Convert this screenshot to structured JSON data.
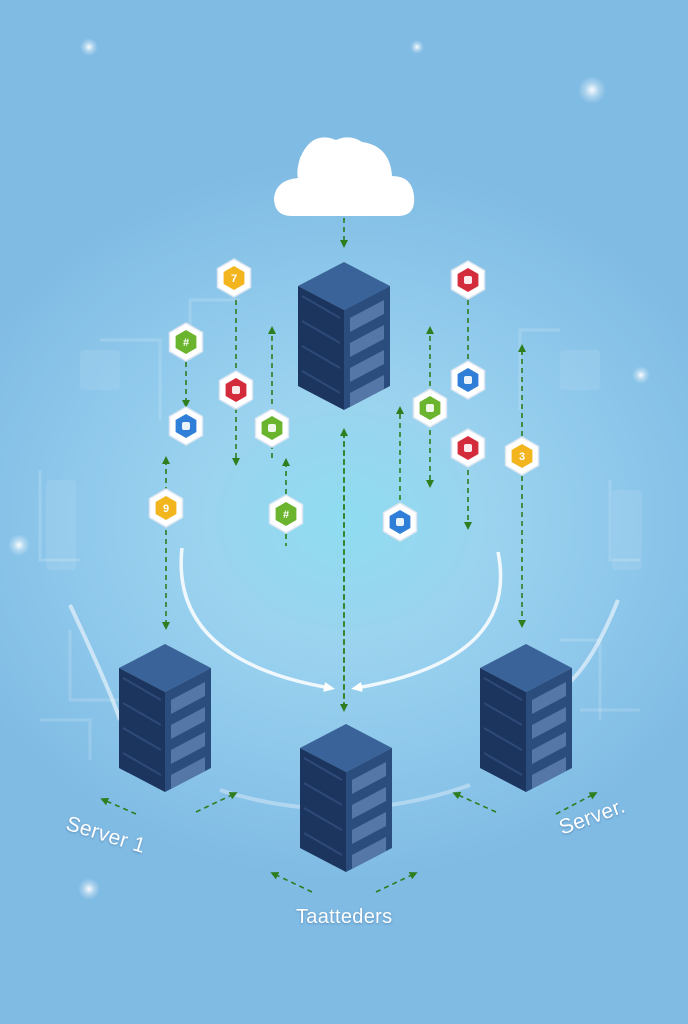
{
  "diagram": {
    "labels": {
      "server_left": "Server 1",
      "server_right": "Server.",
      "bottom": "Taatteders"
    },
    "cloud": {
      "icon": "cloud-icon",
      "color": "#ffffff"
    },
    "servers": [
      {
        "id": "top",
        "icon": "server-rack-icon"
      },
      {
        "id": "left",
        "icon": "server-rack-icon"
      },
      {
        "id": "center",
        "icon": "server-rack-icon"
      },
      {
        "id": "right",
        "icon": "server-rack-icon"
      }
    ],
    "nodes": [
      {
        "id": "n1",
        "glyph": "7",
        "color": "#f2b51d"
      },
      {
        "id": "n2",
        "glyph": "",
        "color": "#d42b3c"
      },
      {
        "id": "n3",
        "glyph": "#",
        "color": "#6ab42e"
      },
      {
        "id": "n4",
        "glyph": "",
        "color": "#d42b3c"
      },
      {
        "id": "n5",
        "glyph": "",
        "color": "#2f7fd8"
      },
      {
        "id": "n6",
        "glyph": "",
        "color": "#2f7fd8"
      },
      {
        "id": "n7",
        "glyph": "",
        "color": "#6ab42e"
      },
      {
        "id": "n8",
        "glyph": "",
        "color": "#6ab42e"
      },
      {
        "id": "n9",
        "glyph": "",
        "color": "#d42b3c"
      },
      {
        "id": "n10",
        "glyph": "9",
        "color": "#f2b51d"
      },
      {
        "id": "n11",
        "glyph": "3",
        "color": "#f2b51d"
      },
      {
        "id": "n12",
        "glyph": "#",
        "color": "#6ab42e"
      },
      {
        "id": "n13",
        "glyph": "",
        "color": "#2f7fd8"
      }
    ],
    "colors": {
      "server_front": "#2a4d7e",
      "server_side": "#1c355e",
      "server_top": "#3a6499",
      "arrow": "#2e7d1f",
      "arc": "#ffffff"
    }
  }
}
